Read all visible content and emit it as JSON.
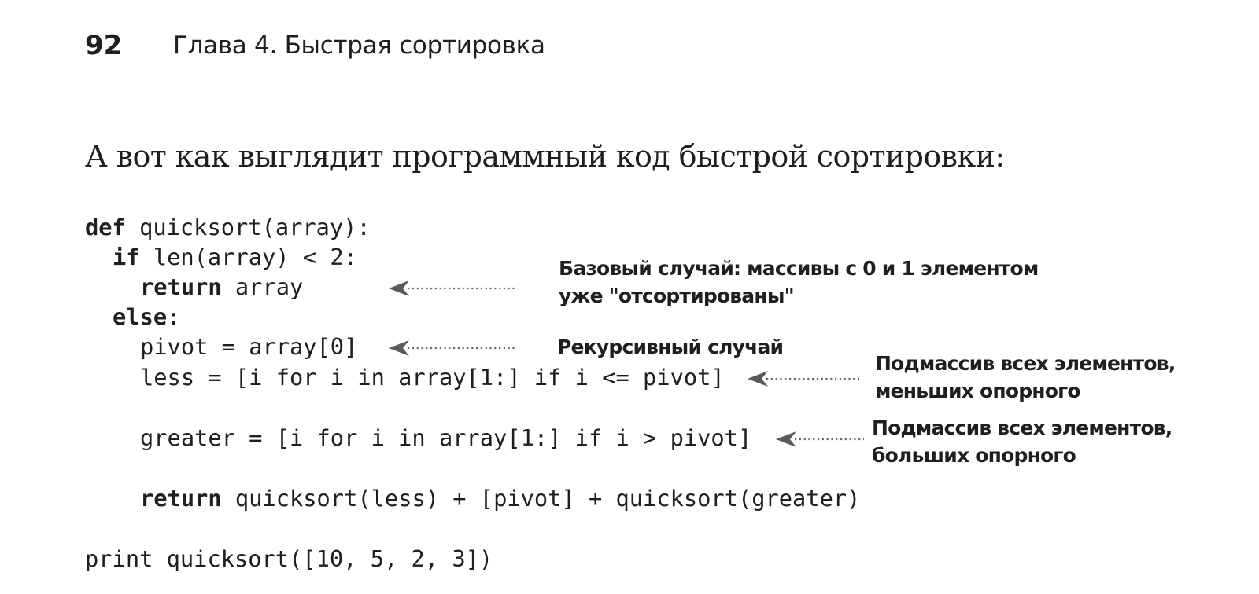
{
  "header": {
    "page_number": "92",
    "chapter_title": "Глава 4. Быстрая сортировка"
  },
  "intro": {
    "text": "А вот как выглядит программный код быстрой сортировки:"
  },
  "code": {
    "line1": {
      "kw": "def",
      "rest": " quicksort(array):"
    },
    "line2": {
      "kw": "if",
      "rest": " len(array) < 2:"
    },
    "line3": {
      "kw": "return",
      "rest": " array"
    },
    "line4": {
      "kw": "else",
      "rest": ":"
    },
    "line5": {
      "text": "pivot = array[0]"
    },
    "line6": {
      "text": "less = [i for i in array[1:] if i <= pivot]"
    },
    "line7": {
      "text": "greater = [i for i in array[1:] if i > pivot]"
    },
    "line8": {
      "kw": "return",
      "rest": " quicksort(less) + [pivot] + quicksort(greater)"
    },
    "line9": {
      "text": "print quicksort([10, 5, 2, 3])"
    }
  },
  "annotations": {
    "base_case": {
      "line1": "Базовый случай: массивы с 0 и 1 элементом",
      "line2": "уже \"отсортированы\""
    },
    "recursive_case": {
      "line1": "Рекурсивный случай"
    },
    "less_subarray": {
      "line1": "Подмассив всех элементов,",
      "line2": "меньших опорного"
    },
    "greater_subarray": {
      "line1": "Подмассив всех элементов,",
      "line2": "больших опорного"
    }
  }
}
